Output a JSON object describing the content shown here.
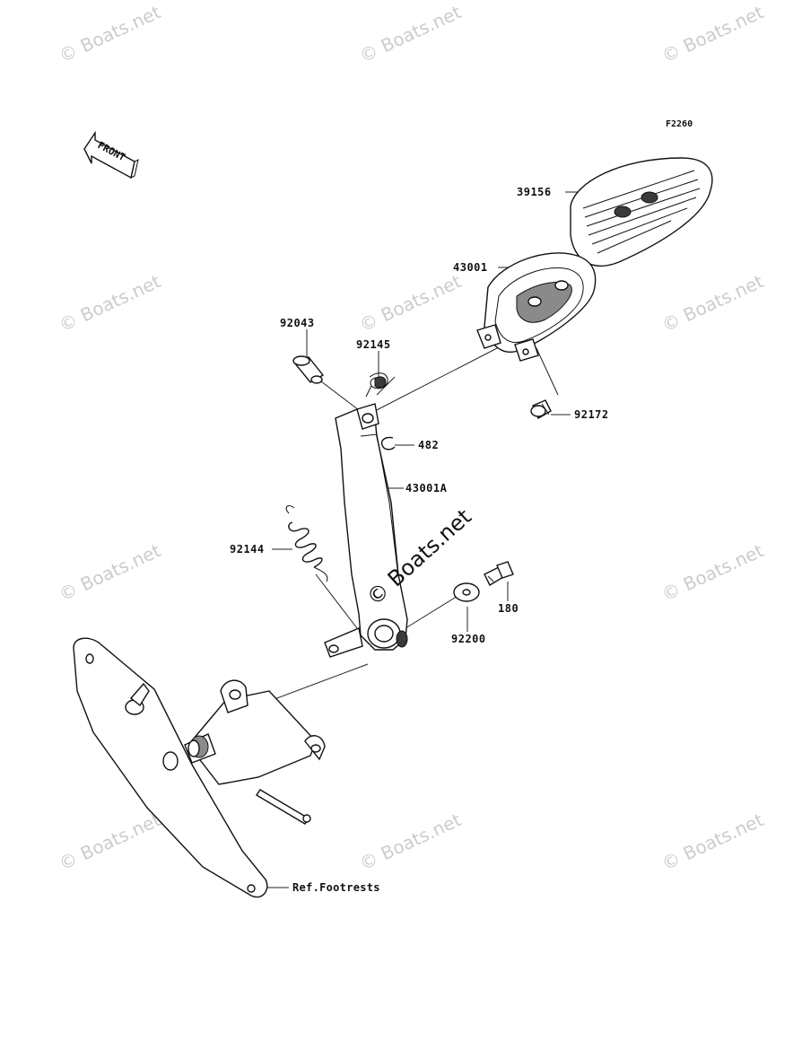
{
  "figure": {
    "code": "F2260",
    "front_label": "FRONT"
  },
  "watermark": {
    "text": "© Boats.net",
    "center_text": "© Boats.net"
  },
  "parts": {
    "p39156": "39156",
    "p43001": "43001",
    "p92043": "92043",
    "p92145": "92145",
    "p92172": "92172",
    "p482": "482",
    "p43001A": "43001A",
    "p92144": "92144",
    "p180": "180",
    "p92200": "92200"
  },
  "reference": {
    "footrests": "Ref.Footrests"
  }
}
